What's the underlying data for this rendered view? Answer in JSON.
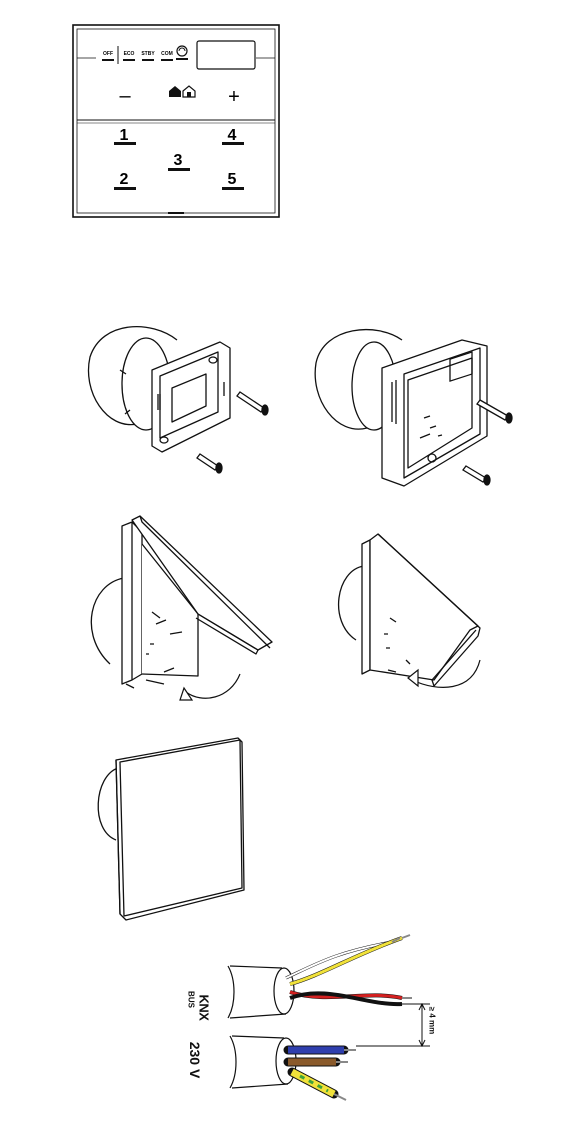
{
  "panel": {
    "modes": [
      "OFF",
      "ECO",
      "STBY",
      "COM"
    ],
    "minus": "–",
    "plus": "+",
    "keys": [
      "1",
      "2",
      "3",
      "4",
      "5"
    ]
  },
  "steps": [
    {
      "id": "step-1",
      "arrow_label": ""
    },
    {
      "id": "step-2",
      "arrow_label": ""
    },
    {
      "id": "step-3",
      "arrow_label": ""
    },
    {
      "id": "step-4",
      "arrow_label": ""
    },
    {
      "id": "step-5",
      "arrow_label": ""
    }
  ],
  "wiring": {
    "knx_logo": "KNX",
    "knx_sub": "BUS",
    "mains_label": "230 V",
    "strip_dim": "≥ 4 mm"
  },
  "colors": {
    "line": "#111111",
    "wire_red": "#d42020",
    "wire_yellow": "#f1e23a",
    "wire_blue": "#2f3fae",
    "wire_brown": "#8a5a2b",
    "wire_green": "#3da33d"
  }
}
